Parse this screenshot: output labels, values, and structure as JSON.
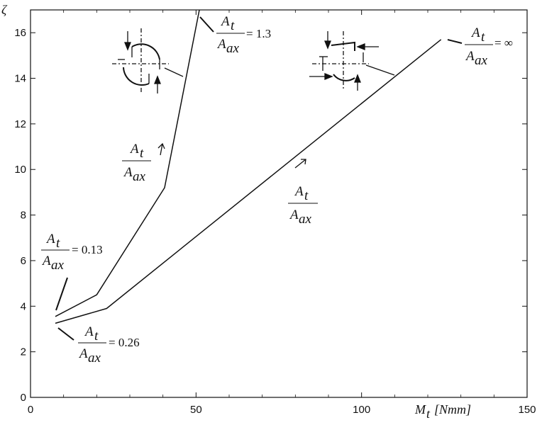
{
  "chart_data": {
    "type": "line",
    "title": "",
    "xlabel_main": "M",
    "xlabel_sub": "t",
    "xlabel_unit": "[Nmm]",
    "ylabel": "ζ",
    "xlim": [
      0,
      150
    ],
    "ylim": [
      0,
      17
    ],
    "x_ticks": [
      0,
      50,
      100,
      150
    ],
    "y_ticks": [
      0,
      2,
      4,
      6,
      8,
      10,
      12,
      14,
      16
    ],
    "x_tick_labels": [
      "0",
      "50",
      "100",
      "150"
    ],
    "y_tick_labels": [
      "0",
      "2",
      "4",
      "6",
      "8",
      "10",
      "12",
      "14",
      "16"
    ],
    "grid": false,
    "series": [
      {
        "points": [
          [
            7.5,
            3.55
          ],
          [
            20,
            4.5
          ],
          [
            40.5,
            9.2
          ],
          [
            51,
            17
          ]
        ],
        "label_value": "1.3"
      },
      {
        "points": [
          [
            7.5,
            3.25
          ],
          [
            23,
            3.9
          ],
          [
            124,
            15.7
          ]
        ],
        "label_value": "∞"
      }
    ],
    "annotations": [
      {
        "numerator": "A",
        "num_sub": "t",
        "denominator": "A",
        "den_sub": "ax",
        "value": "= 0.13"
      },
      {
        "numerator": "A",
        "num_sub": "t",
        "denominator": "A",
        "den_sub": "ax",
        "value": "= 0.26"
      },
      {
        "numerator": "A",
        "num_sub": "t",
        "denominator": "A",
        "den_sub": "ax",
        "value": "= 1.3"
      },
      {
        "numerator": "A",
        "num_sub": "t",
        "denominator": "A",
        "den_sub": "ax",
        "value": "= ∞"
      },
      {
        "numerator": "A",
        "num_sub": "t",
        "denominator": "A",
        "den_sub": "ax",
        "value": ""
      },
      {
        "numerator": "A",
        "num_sub": "t",
        "denominator": "A",
        "den_sub": "ax",
        "value": ""
      }
    ],
    "colors": {
      "line": "#111111",
      "background": "#ffffff"
    }
  }
}
